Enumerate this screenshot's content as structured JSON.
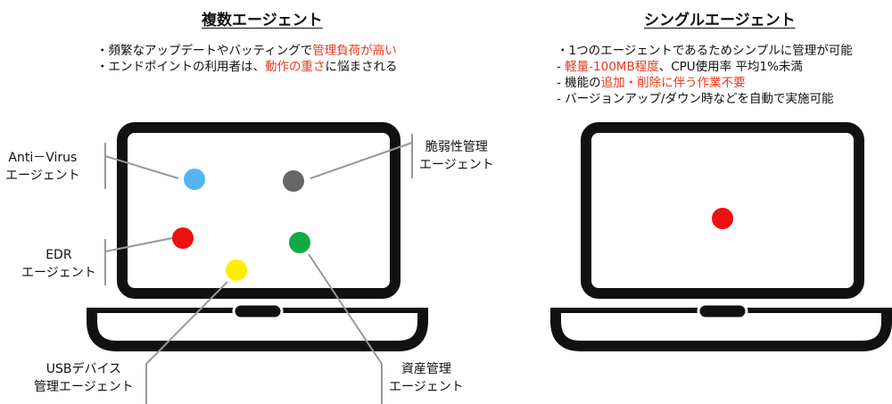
{
  "left": {
    "title": "複数エージェント",
    "bullet1": {
      "pre": "・頻繁なアップデートやバッティングで",
      "hl": "管理負荷が高い"
    },
    "bullet2": {
      "pre": "・エンドポイントの利用者は、",
      "hl1": "動作の重さ",
      "post": "に悩まされる"
    },
    "labels": {
      "antivirus_1": "Anti－Virus",
      "antivirus_2": "エージェント",
      "vuln_1": "脆弱性管理",
      "vuln_2": "エージェント",
      "edr_1": "EDR",
      "edr_2": "エージェント",
      "usb_1": "USBデバイス",
      "usb_2": "管理エージェント",
      "asset_1": "資産管理",
      "asset_2": "エージェント"
    },
    "dot_colors": {
      "antivirus": "#55b4f0",
      "vuln": "#666666",
      "edr": "#ee1111",
      "asset": "#11aa44",
      "usb": "#ffee00"
    }
  },
  "right": {
    "title": "シングルエージェント",
    "line1": "・1つのエージェントであるためシンプルに管理が可能",
    "line2": {
      "pre": " - ",
      "hl": "軽量-100MB程度",
      "post": "、CPU使用率 平均1%未満"
    },
    "line3": {
      "pre": " - 機能の",
      "hl": "追加・削除に伴う作業不要"
    },
    "line4": " - バージョンアップ/ダウン時などを自動で実施可能",
    "dot_color": "#ee1111"
  }
}
